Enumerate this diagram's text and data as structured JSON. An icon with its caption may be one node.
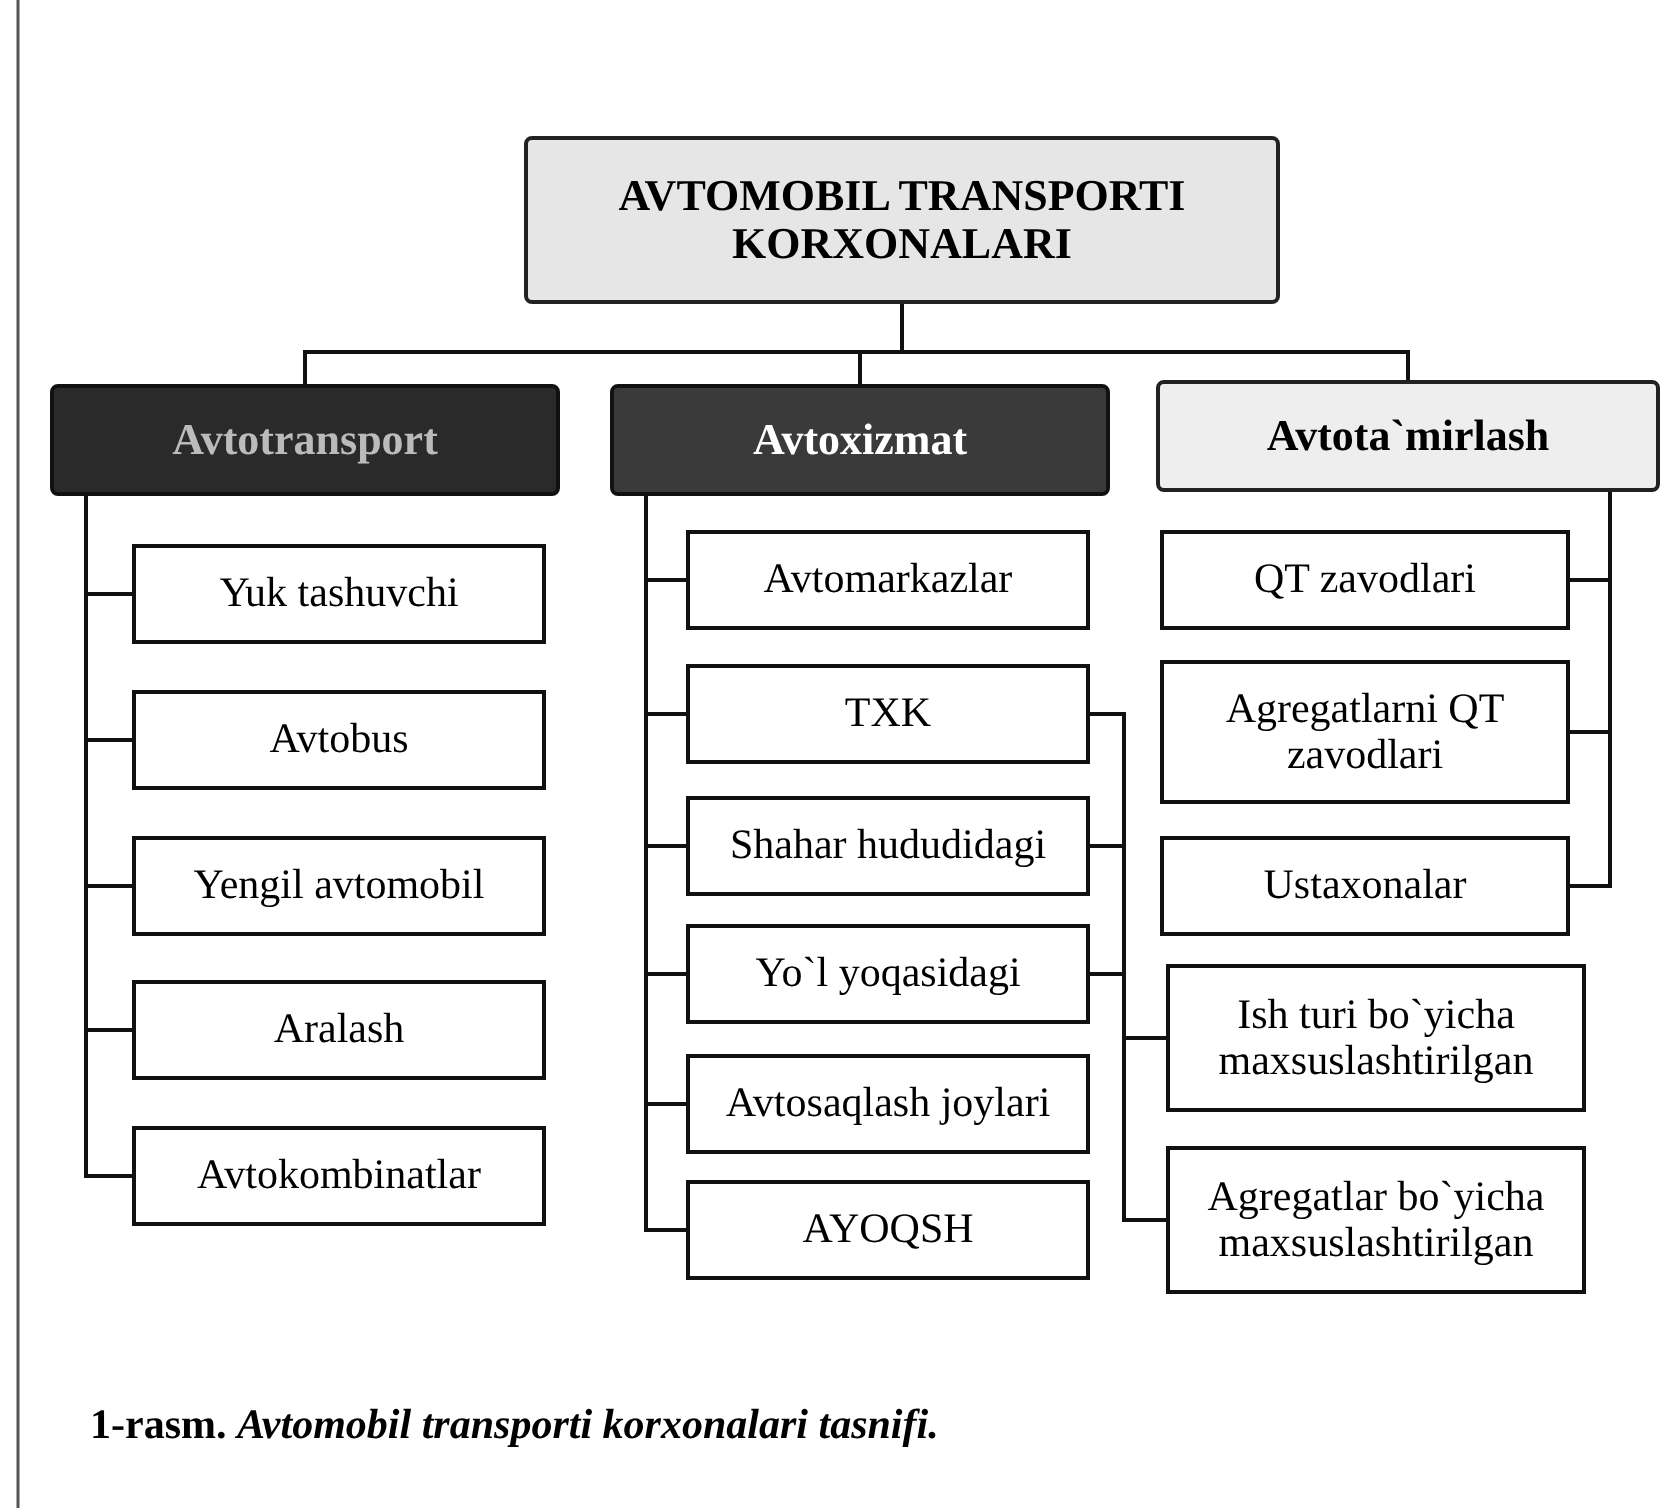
{
  "diagram": {
    "caption": "1-rasm. *Avtomobil transporti korxonalari tasnifi.*",
    "nodes": [
      {
        "text": [
          "AVTOMOBIL TRANSPORTI KORXONALARI"
        ]
      },
      {
        "text": [
          "Avtotransport"
        ]
      },
      {
        "text": [
          "Avtoxizmat"
        ]
      },
      {
        "text": [
          "Avtota`mirlash"
        ]
      },
      {
        "text": [
          "Yuk tashuvchi"
        ]
      },
      {
        "text": [
          "Avtobus"
        ]
      },
      {
        "text": [
          "Yengil avtomobil"
        ]
      },
      {
        "text": [
          "Aralash"
        ]
      },
      {
        "text": [
          "Avtokombinatlar"
        ]
      },
      {
        "text": [
          "Avtomarkazlar"
        ]
      },
      {
        "text": [
          "TXK"
        ]
      },
      {
        "text": [
          "Shahar hududidagi"
        ]
      },
      {
        "text": [
          "Yo`l yoqasidagi"
        ]
      },
      {
        "text": [
          "Avtosaqlash joylari"
        ]
      },
      {
        "text": [
          "AYOQSH"
        ]
      },
      {
        "text": [
          "QT zavodlari"
        ]
      },
      {
        "text": [
          "Agregatlarni QT zavodlari"
        ]
      },
      {
        "text": [
          "Ustaxonalar"
        ]
      },
      {
        "text": [
          "Ish turi bo`yicha maxsuslashtirilgan"
        ]
      },
      {
        "text": [
          "Agregatlar bo`yicha maxsuslashtirilgan"
        ]
      }
    ],
    "edges": [
      {
        "from": 0,
        "to": 1,
        "arrow": "none"
      },
      {
        "from": 0,
        "to": 2,
        "arrow": "none"
      },
      {
        "from": 0,
        "to": 3,
        "arrow": "none"
      },
      {
        "from": 1,
        "to": 4,
        "arrow": "none"
      },
      {
        "from": 1,
        "to": 5,
        "arrow": "none"
      },
      {
        "from": 1,
        "to": 6,
        "arrow": "none"
      },
      {
        "from": 1,
        "to": 7,
        "arrow": "none"
      },
      {
        "from": 1,
        "to": 8,
        "arrow": "none"
      },
      {
        "from": 2,
        "to": 9,
        "arrow": "none"
      },
      {
        "from": 2,
        "to": 10,
        "arrow": "none"
      },
      {
        "from": 2,
        "to": 11,
        "arrow": "none"
      },
      {
        "from": 2,
        "to": 12,
        "arrow": "none"
      },
      {
        "from": 2,
        "to": 13,
        "arrow": "none"
      },
      {
        "from": 2,
        "to": 14,
        "arrow": "none"
      },
      {
        "from": 3,
        "to": 15,
        "arrow": "none"
      },
      {
        "from": 3,
        "to": 16,
        "arrow": "none"
      },
      {
        "from": 3,
        "to": 17,
        "arrow": "none"
      },
      {
        "from": 10,
        "to": 18,
        "arrow": "none"
      },
      {
        "from": 10,
        "to": 19,
        "arrow": "none"
      },
      {
        "from": 11,
        "to": 18,
        "arrow": "none"
      },
      {
        "from": 11,
        "to": 19,
        "arrow": "none"
      },
      {
        "from": 12,
        "to": 18,
        "arrow": "none"
      },
      {
        "from": 12,
        "to": 19,
        "arrow": "none"
      }
    ]
  }
}
